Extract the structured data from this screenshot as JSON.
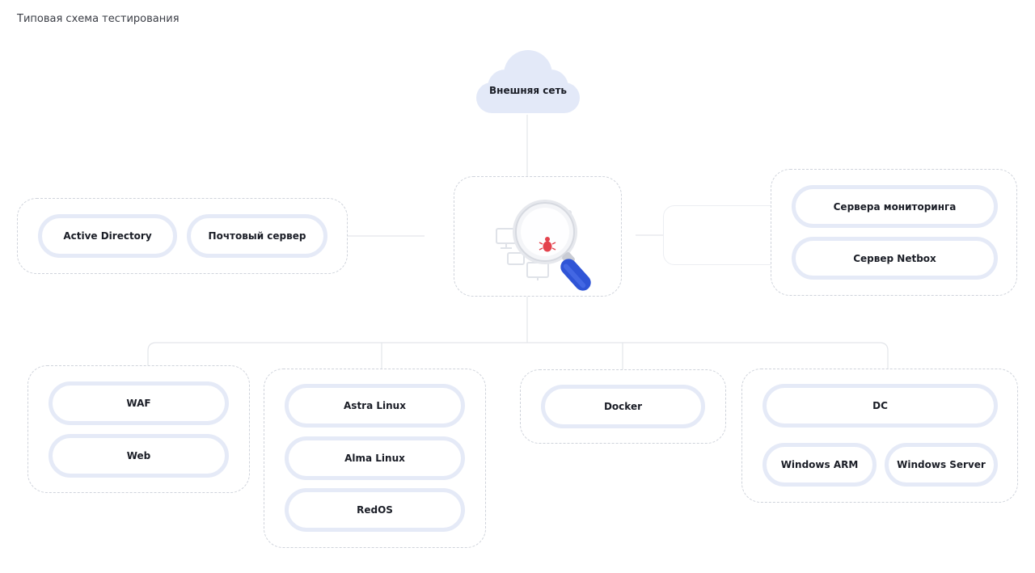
{
  "page": {
    "title": "Типовая схема тестирования"
  },
  "external": {
    "label": "Внешняя сеть"
  },
  "left_group": {
    "items": [
      "Active Directory",
      "Почтовый сервер"
    ]
  },
  "right_group": {
    "items": [
      "Сервера мониторинга",
      "Сервер Netbox"
    ]
  },
  "bottom_groups": {
    "web": [
      "WAF",
      "Web"
    ],
    "linux": [
      "Astra Linux",
      "Alma Linux",
      "RedOS"
    ],
    "docker": [
      "Docker"
    ],
    "windows": [
      "DC",
      "Windows ARM",
      "Windows Server"
    ]
  },
  "colors": {
    "pill_border": "#e5eaf7",
    "cloud_fill": "#e3e9f8",
    "magnifier_handle": "#2f54d6",
    "bug": "#e4424d",
    "connector": "#e3e5ea"
  },
  "icons": [
    "cloud-icon",
    "magnifier-icon",
    "bug-icon",
    "monitor-icon"
  ]
}
